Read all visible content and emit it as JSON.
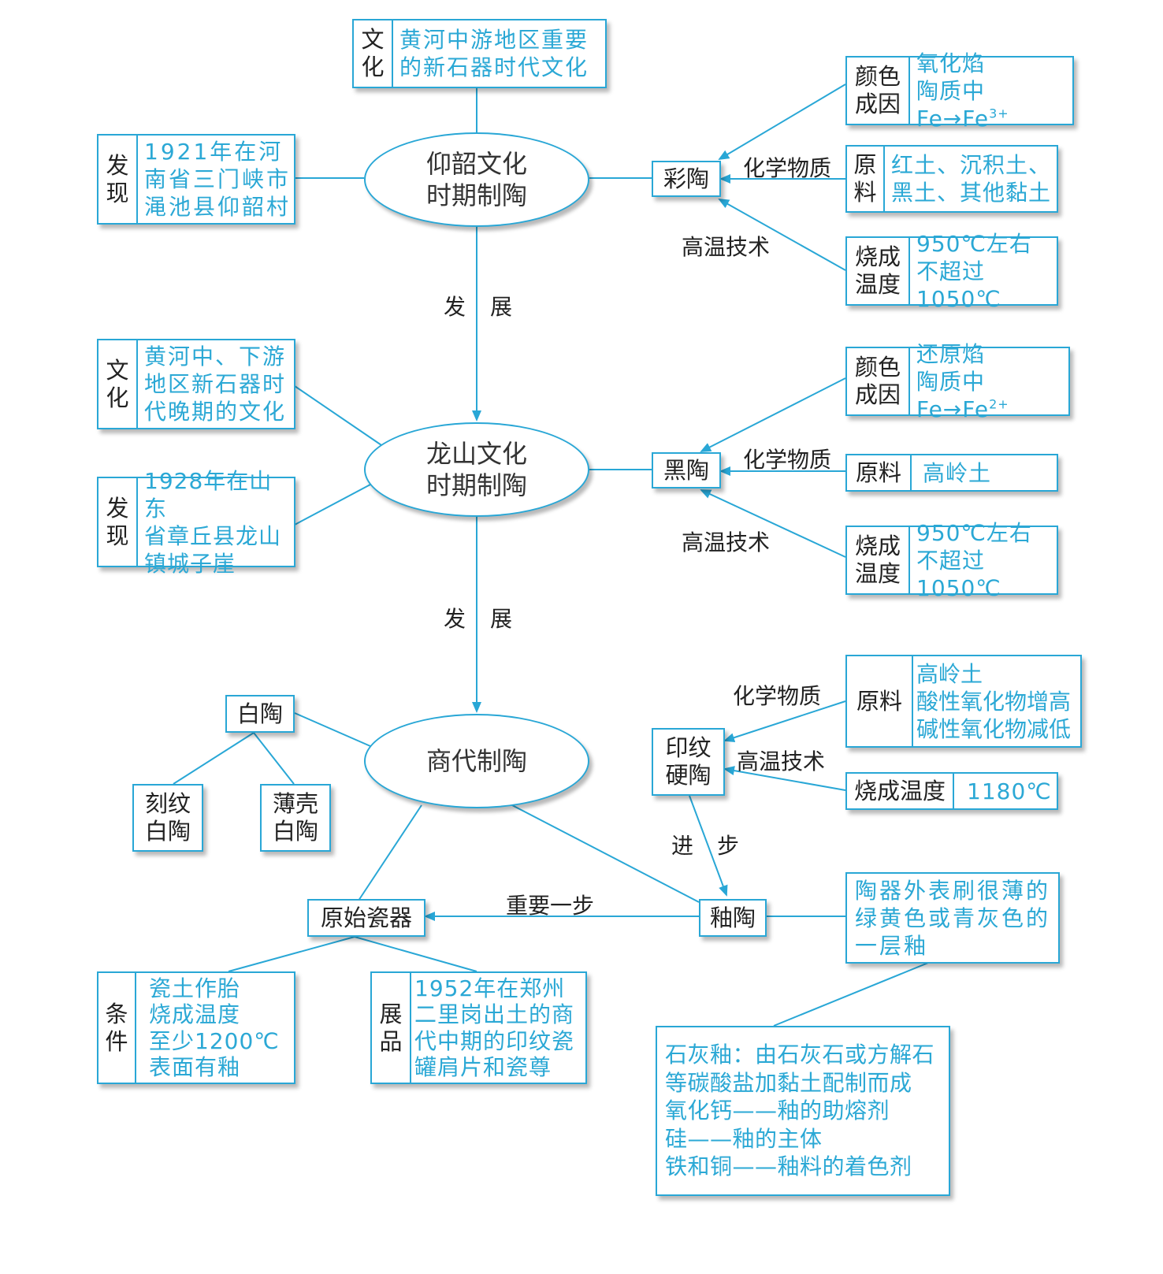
{
  "colors": {
    "line": "#29a7d6",
    "value_text": "#2ba8d5",
    "label_text": "#222222"
  },
  "yangshao": {
    "title_l1": "仰韶文化",
    "title_l2": "时期制陶",
    "culture": {
      "label_l1": "文",
      "label_l2": "化",
      "l1": "黄河中游地区重要",
      "l2": "的新石器时代文化"
    },
    "discovery": {
      "label_l1": "发",
      "label_l2": "现",
      "l1": "1921年在河",
      "l2": "南省三门峡市",
      "l3": "渑池县仰韶村"
    },
    "product": "彩陶",
    "color_cause": {
      "label_l1": "颜色",
      "label_l2": "成因",
      "l1": "氧化焰",
      "l2": "陶质中Fe→Fe",
      "l2_sup": "3+"
    },
    "material": {
      "label_l1": "原",
      "label_l2": "料",
      "l1": "红土、沉积土、",
      "l2": "黑土、其他黏土"
    },
    "temp": {
      "label_l1": "烧成",
      "label_l2": "温度",
      "l1": "950℃左右",
      "l2": "不超过1050℃"
    },
    "edge_chem": "化学物质",
    "edge_tech": "高温技术"
  },
  "develop_1": {
    "a": "发",
    "b": "展"
  },
  "longshan": {
    "title_l1": "龙山文化",
    "title_l2": "时期制陶",
    "culture": {
      "label_l1": "文",
      "label_l2": "化",
      "l1": "黄河中、下游",
      "l2": "地区新石器时",
      "l3": "代晚期的文化"
    },
    "discovery": {
      "label_l1": "发",
      "label_l2": "现",
      "l1": "1928年在山东",
      "l2": "省章丘县龙山",
      "l3": "镇城子崖"
    },
    "product": "黑陶",
    "color_cause": {
      "label_l1": "颜色",
      "label_l2": "成因",
      "l1": "还原焰",
      "l2": "陶质中Fe→Fe",
      "l2_sup": "2+"
    },
    "material": {
      "label": "原料",
      "value": "高岭土"
    },
    "temp": {
      "label_l1": "烧成",
      "label_l2": "温度",
      "l1": "950℃左右",
      "l2": "不超过1050℃"
    },
    "edge_chem": "化学物质",
    "edge_tech": "高温技术"
  },
  "develop_2": {
    "a": "发",
    "b": "展"
  },
  "shang": {
    "title": "商代制陶",
    "white": "白陶",
    "carved_l1": "刻纹",
    "carved_l2": "白陶",
    "thin_l1": "薄壳",
    "thin_l2": "白陶",
    "hard_l1": "印纹",
    "hard_l2": "硬陶",
    "hard_material": {
      "label": "原料",
      "l1": "高岭土",
      "l2": "酸性氧化物增高",
      "l3": "碱性氧化物减低"
    },
    "hard_temp": {
      "label": "烧成温度",
      "value": "1180℃"
    },
    "edge_chem": "化学物质",
    "edge_tech": "高温技术",
    "progress": {
      "a": "进",
      "b": "步"
    },
    "glazed": "釉陶",
    "glazed_desc": {
      "l1": "陶器外表刷很薄的",
      "l2": "绿黄色或青灰色的",
      "l3": "一层釉"
    },
    "lime_glaze": {
      "l1": "石灰釉：由石灰石或方解石",
      "l2": "等碳酸盐加黏土配制而成",
      "l3": "氧化钙——釉的助熔剂",
      "l4": "硅——釉的主体",
      "l5": "铁和铜——釉料的着色剂"
    },
    "edge_important": "重要一步",
    "proto": "原始瓷器",
    "condition": {
      "label_l1": "条",
      "label_l2": "件",
      "l1": "瓷土作胎",
      "l2": "烧成温度",
      "l3": "至少1200℃",
      "l4": "表面有釉"
    },
    "exhibit": {
      "label_l1": "展",
      "label_l2": "品",
      "l1": "1952年在郑州",
      "l2": "二里岗出土的商",
      "l3": "代中期的印纹瓷",
      "l4": "罐肩片和瓷尊"
    }
  }
}
